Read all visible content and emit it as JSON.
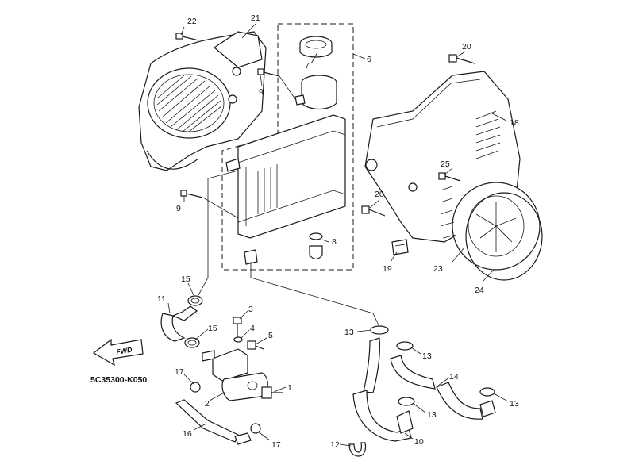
{
  "diagram": {
    "part_code": "5C35300-K050",
    "fwd_label": "FWD",
    "callouts": {
      "c1": "1",
      "c2": "2",
      "c3": "3",
      "c4": "4",
      "c5": "5",
      "c6": "6",
      "c7": "7",
      "c8": "8",
      "c9a": "9",
      "c9b": "9",
      "c10": "10",
      "c11": "11",
      "c12": "12",
      "c13a": "13",
      "c13b": "13",
      "c13c": "13",
      "c13d": "13",
      "c14": "14",
      "c15a": "15",
      "c15b": "15",
      "c16": "16",
      "c17a": "17",
      "c17b": "17",
      "c18": "18",
      "c19": "19",
      "c20a": "20",
      "c20b": "20",
      "c21": "21",
      "c22": "22",
      "c23": "23",
      "c24": "24",
      "c25": "25"
    }
  }
}
